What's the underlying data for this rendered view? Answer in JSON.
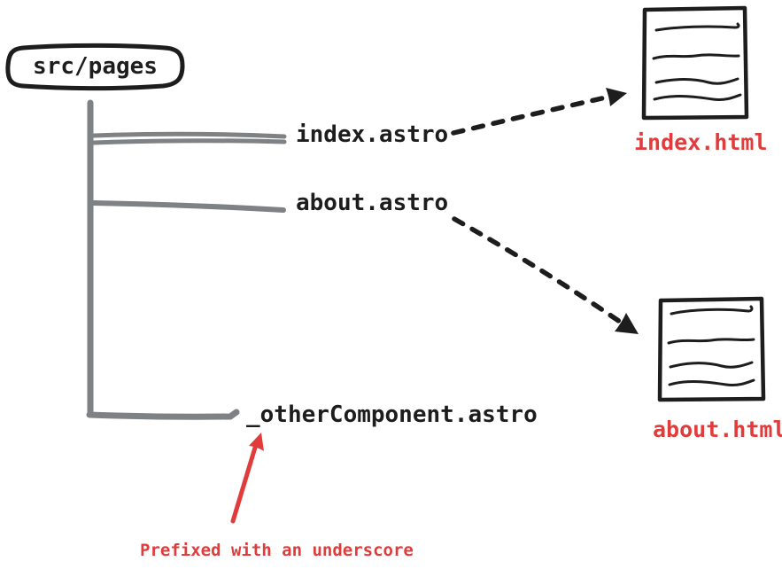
{
  "diagram": {
    "folder": {
      "label": "src/pages"
    },
    "tree": {
      "files": [
        {
          "name": "index.astro"
        },
        {
          "name": "about.astro"
        },
        {
          "name": "_otherComponent.astro"
        }
      ]
    },
    "outputs": [
      {
        "name": "index.html"
      },
      {
        "name": "about.html"
      }
    ],
    "annotation": {
      "text": "Prefixed with an underscore"
    },
    "icons": [
      "document-page-icon",
      "document-page-icon",
      "dashed-arrow-right-icon",
      "dashed-arrow-down-right-icon",
      "red-up-arrow-icon"
    ],
    "colors": {
      "ink": "#1d1d1d",
      "tree_gray": "#7e8285",
      "accent_red": "#e03c3c"
    }
  }
}
